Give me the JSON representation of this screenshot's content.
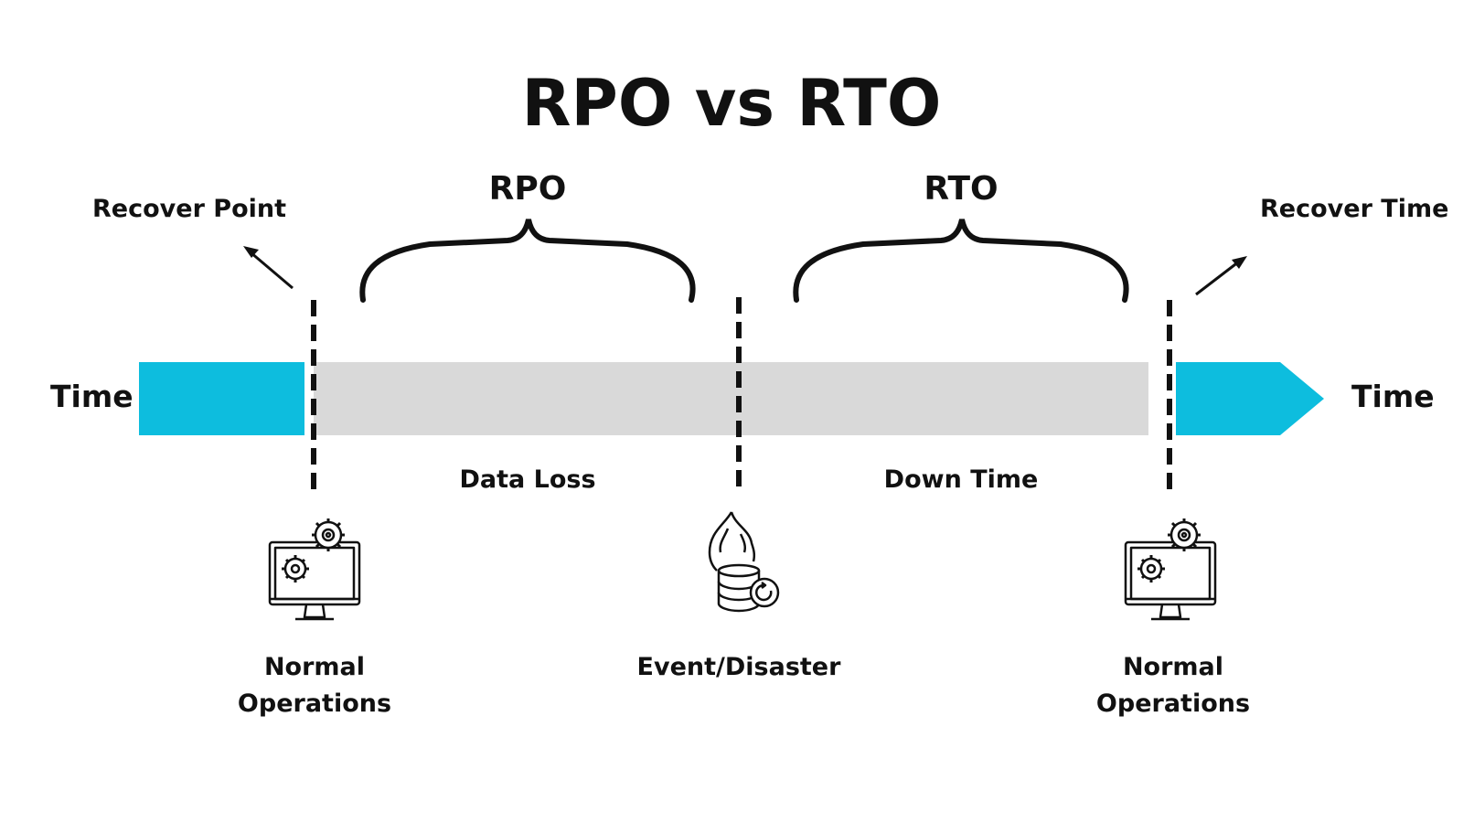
{
  "title": "RPO vs RTO",
  "segments": {
    "rpo": {
      "label": "RPO",
      "caption": "Data Loss"
    },
    "rto": {
      "label": "RTO",
      "caption": "Down Time"
    }
  },
  "markers": {
    "recover_point": "Recover Point",
    "recover_time": "Recover Time"
  },
  "axis": {
    "left_label": "Time",
    "right_label": "Time"
  },
  "events": [
    {
      "icon": "monitor-gears-icon",
      "line1": "Normal",
      "line2": "Operations"
    },
    {
      "icon": "database-fire-icon",
      "line1": "Event/Disaster"
    },
    {
      "icon": "monitor-gears-icon",
      "line1": "Normal",
      "line2": "Operations"
    }
  ],
  "colors": {
    "timeline_active": "#0DBDDE",
    "timeline_gap": "#D9D9D9",
    "text": "#111111"
  }
}
